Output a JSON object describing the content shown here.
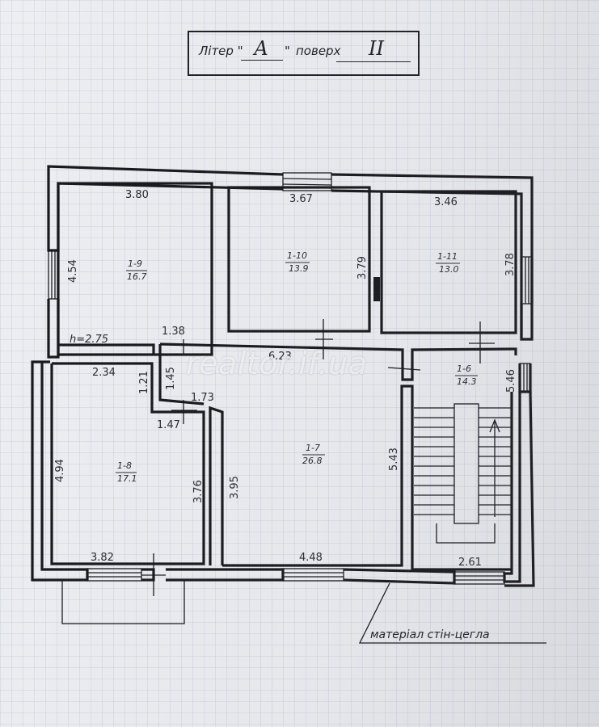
{
  "header": {
    "liter_label": "Літер \"",
    "liter_value": "А",
    "liter_close": "\"",
    "floor_label": "поверх",
    "floor_value": "II"
  },
  "rooms": [
    {
      "id": "1-9",
      "area": "16.7"
    },
    {
      "id": "1-10",
      "area": "13.9"
    },
    {
      "id": "1-11",
      "area": "13.0"
    },
    {
      "id": "1-6",
      "area": "14.3"
    },
    {
      "id": "1-7",
      "area": "26.8"
    },
    {
      "id": "1-8",
      "area": "17.1"
    }
  ],
  "dimensions": {
    "d_380": "3.80",
    "d_367": "3.67",
    "d_346": "3.46",
    "d_454": "4.54",
    "d_379": "3.79",
    "d_378": "3.78",
    "d_138": "1.38",
    "d_623": "6.23",
    "d_546": "5.46",
    "d_234": "2.34",
    "d_121": "1.21",
    "d_145": "1.45",
    "d_173": "1.73",
    "d_147": "1.47",
    "d_494": "4.94",
    "d_376": "3.76",
    "d_395": "3.95",
    "d_543": "5.43",
    "d_382": "3.82",
    "d_448": "4.48",
    "d_261": "2.61"
  },
  "ceiling_height": "h=2.75",
  "watermark": "realtor.if.ua",
  "material_note": "матеріал стін-цегла",
  "colors": {
    "ink": "#18181c",
    "paper": "#eceef2",
    "watermark": "#ffffff"
  }
}
